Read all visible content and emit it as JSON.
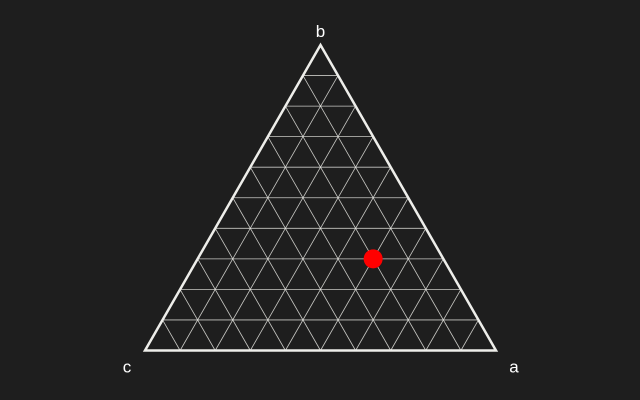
{
  "chart_data": {
    "type": "scatter",
    "plot_kind": "ternary",
    "axes": {
      "top_label": "b",
      "left_label": "c",
      "right_label": "a"
    },
    "grid": {
      "shown": true,
      "divisions": 10,
      "color": "#e6e6e1"
    },
    "background_color": "#1e1e1e",
    "outline_color": "#eeeeea",
    "points": [
      {
        "a": 0.5,
        "b": 0.3,
        "c": 0.2,
        "color": "#ff0000"
      }
    ]
  }
}
